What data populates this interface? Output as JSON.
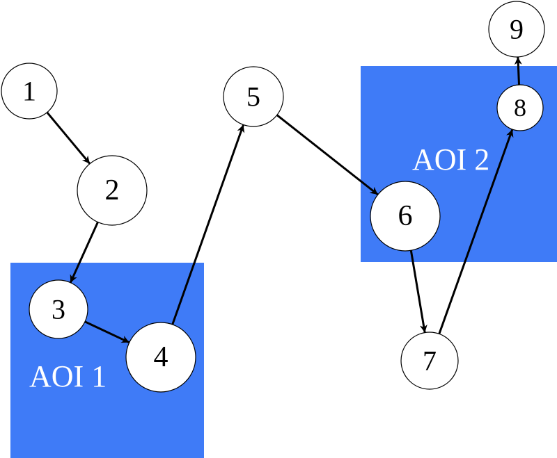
{
  "aois": [
    {
      "id": "aoi-1",
      "label": "AOI 1"
    },
    {
      "id": "aoi-2",
      "label": "AOI 2"
    }
  ],
  "fixations": [
    {
      "id": 1,
      "label": "1"
    },
    {
      "id": 2,
      "label": "2"
    },
    {
      "id": 3,
      "label": "3"
    },
    {
      "id": 4,
      "label": "4"
    },
    {
      "id": 5,
      "label": "5"
    },
    {
      "id": 6,
      "label": "6"
    },
    {
      "id": 7,
      "label": "7"
    },
    {
      "id": 8,
      "label": "8"
    },
    {
      "id": 9,
      "label": "9"
    }
  ],
  "saccades": [
    {
      "from": 1,
      "to": 2
    },
    {
      "from": 2,
      "to": 3
    },
    {
      "from": 3,
      "to": 4
    },
    {
      "from": 4,
      "to": 5
    },
    {
      "from": 5,
      "to": 6
    },
    {
      "from": 6,
      "to": 7
    },
    {
      "from": 7,
      "to": 8
    },
    {
      "from": 8,
      "to": 9
    }
  ],
  "colors": {
    "aoi_fill": "#3f7bf7",
    "aoi_text": "#ffffff",
    "node_fill": "#ffffff",
    "stroke": "#000000"
  }
}
